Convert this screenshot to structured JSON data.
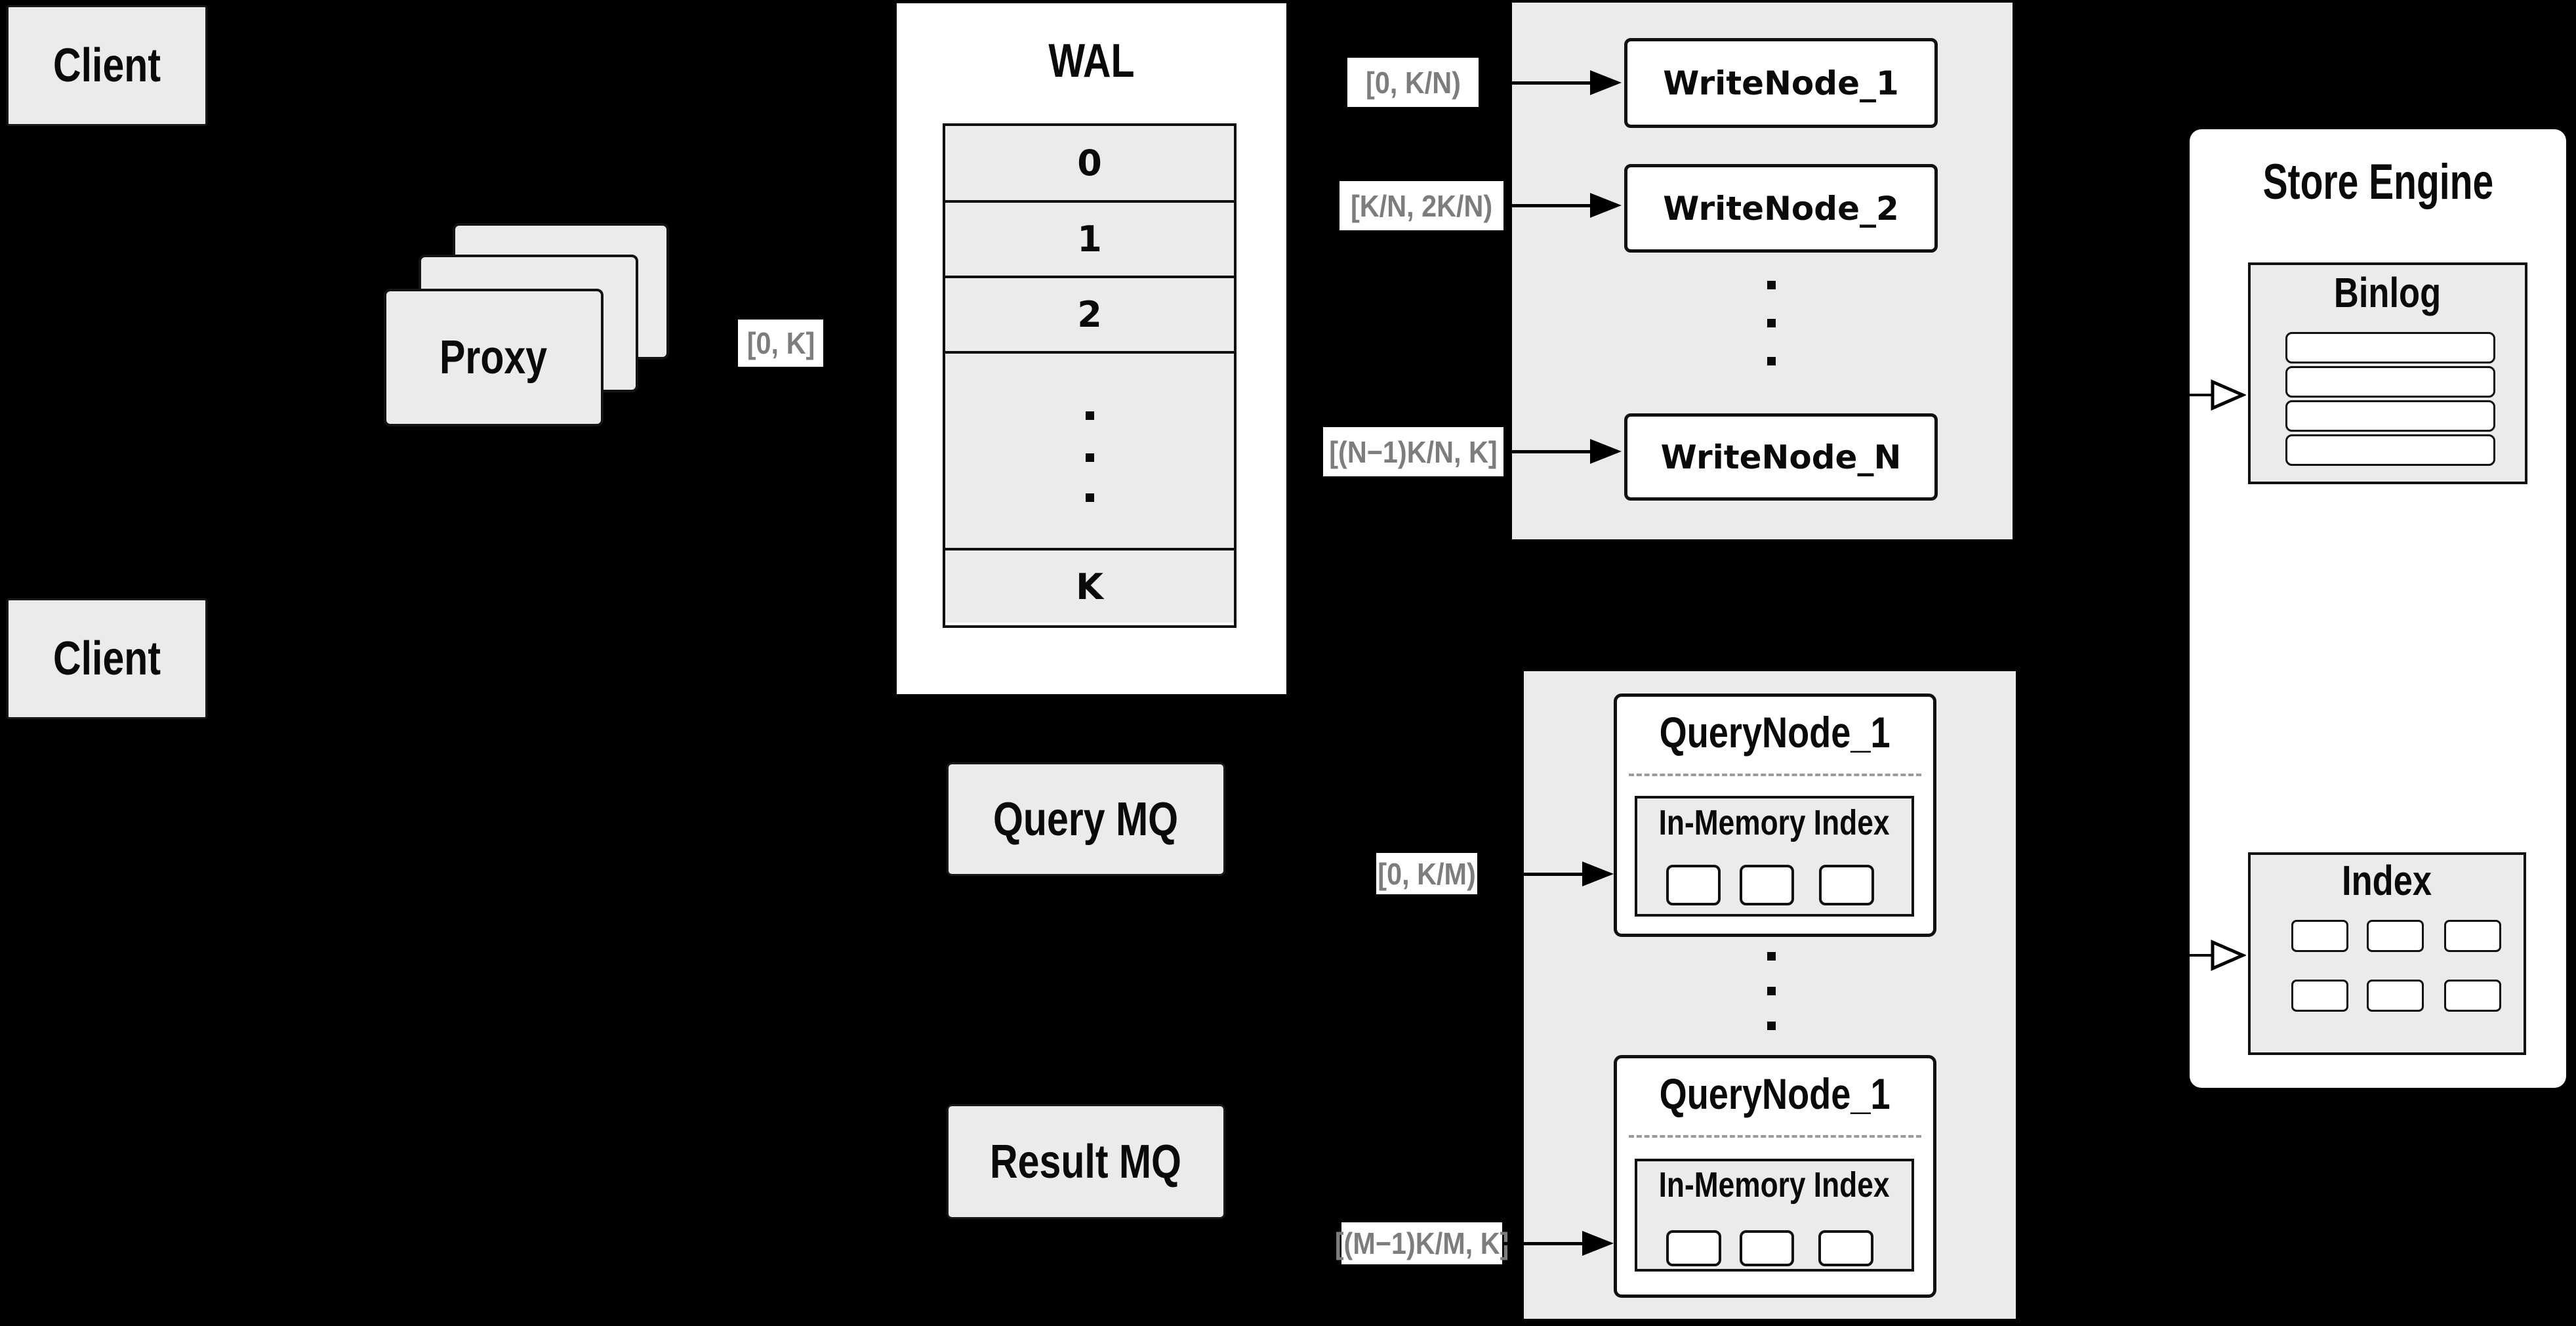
{
  "colors": {
    "background": "#000000",
    "panel": "#ebebeb",
    "box": "#ffffff",
    "border": "#111111",
    "label_text": "#7d7d7d"
  },
  "client_top": {
    "label": "Client"
  },
  "client_bottom": {
    "label": "Client"
  },
  "proxy": {
    "label": "Proxy",
    "range": "[0, K]"
  },
  "wal": {
    "title": "WAL",
    "segments": [
      "0",
      "1",
      "2"
    ],
    "last_segment": "K"
  },
  "write_cluster": {
    "nodes": [
      "WriteNode_1",
      "WriteNode_2",
      "WriteNode_N"
    ],
    "ranges": [
      "[0, K/N)",
      "[K/N, 2K/N)",
      "[(N−1)K/N, K]"
    ]
  },
  "mq": {
    "query": "Query MQ",
    "result": "Result MQ"
  },
  "query_cluster": {
    "nodes": [
      {
        "title": "QueryNode_1",
        "index": "In-Memory Index"
      },
      {
        "title": "QueryNode_1",
        "index": "In-Memory Index"
      }
    ],
    "ranges": [
      "[0, K/M)",
      "[(M−1)K/M, K]"
    ]
  },
  "store": {
    "title": "Store Engine",
    "binlog": "Binlog",
    "index": "Index"
  }
}
